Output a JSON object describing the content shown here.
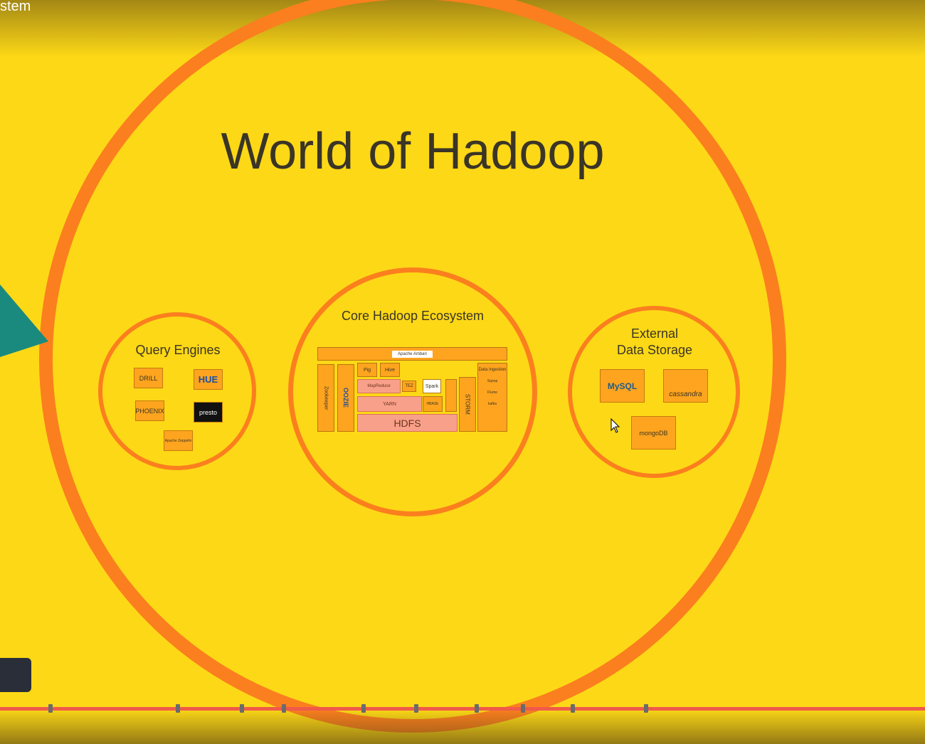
{
  "previous_slide_title": "stem",
  "title": "World of Hadoop",
  "sections": {
    "query_engines": {
      "title": "Query Engines",
      "logos": [
        "DRILL",
        "HUE",
        "PHOENIX",
        "presto",
        "Apache Zeppelin"
      ]
    },
    "core": {
      "title": "Core Hadoop Ecosystem",
      "ambari_label": "Apache Ambari",
      "zookeeper_label": "Zookeeper",
      "oozie_label": "OOZIE",
      "pig_label": "Pig",
      "hive_label": "Hive",
      "mapreduce_label": "MapReduce",
      "tez_label": "TEZ",
      "spark_label": "Spark",
      "yarn_label": "YARN",
      "hbase_label": "HBASE",
      "hdfs_label": "HDFS",
      "storm_label": "STORM",
      "ingestion_label": "Data Ingestion",
      "sqoop_label": "Sqoop",
      "flume_label": "Flume",
      "kafka_label": "kafka"
    },
    "external": {
      "title_line1": "External",
      "title_line2": "Data Storage",
      "logos": [
        "MySQL",
        "cassandra",
        "mongoDB"
      ]
    }
  },
  "colors": {
    "background": "#fdd816",
    "ring": "#fb7f1e",
    "box": "#fea41e",
    "pink": "#f9a08a",
    "teal": "#1a8a7e",
    "timeline": "#ef5a4a"
  }
}
